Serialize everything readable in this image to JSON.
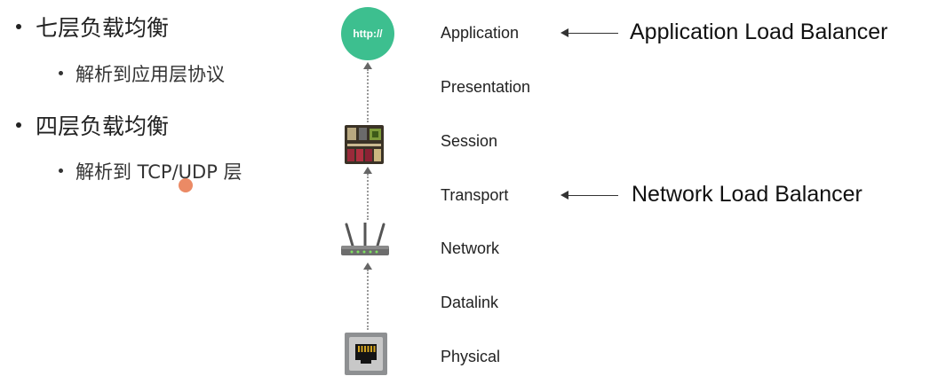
{
  "bullets": [
    {
      "title": "七层负载均衡",
      "sub": "解析到应用层协议"
    },
    {
      "title": "四层负载均衡",
      "sub": "解析到 TCP/UDP 层"
    }
  ],
  "osi_layers": [
    "Application",
    "Presentation",
    "Session",
    "Transport",
    "Network",
    "Datalink",
    "Physical"
  ],
  "icons": {
    "http_label": "http://",
    "application": "http-globe-icon",
    "session": "circuit-board-icon",
    "network": "router-icon",
    "physical": "ethernet-port-icon"
  },
  "load_balancers": {
    "application": "Application Load Balancer",
    "network": "Network Load Balancer"
  },
  "colors": {
    "http_circle": "#3dbf8f",
    "cursor": "#e8764a"
  }
}
